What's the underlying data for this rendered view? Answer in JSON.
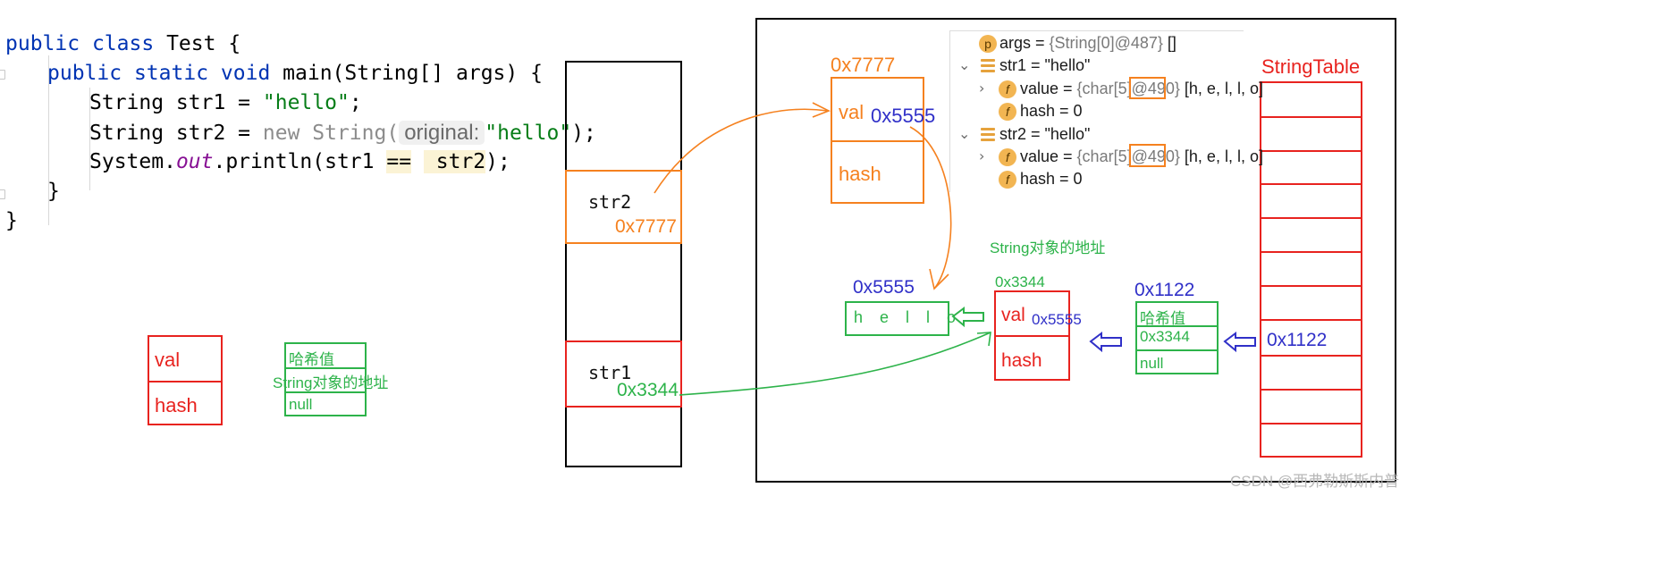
{
  "code": {
    "line1": {
      "kw1": "public",
      "kw2": "class",
      "name": "Test",
      "brace": "{"
    },
    "line2": {
      "kw1": "public",
      "kw2": "static",
      "kw3": "void",
      "name": "main",
      "params": "(String[] args) {"
    },
    "line3": {
      "decl": "String str1 = ",
      "lit": "\"hello\"",
      "end": ";"
    },
    "line4": {
      "decl": "String str2 = ",
      "newkw": "new String(",
      "hint": "original:",
      "lit": "\"hello\"",
      "end": ");"
    },
    "line5": {
      "pre": "System.",
      "out": "out",
      "call": ".println(",
      "a": "str1 ",
      "op": "==",
      "b": " str2",
      "end": ");"
    },
    "line6": "}",
    "line7": "}"
  },
  "legend": {
    "val": "val",
    "hash": "hash",
    "hash_value": "哈希值",
    "string_addr": "String对象的地址",
    "null": "null"
  },
  "stack": {
    "str2_name": "str2",
    "str2_addr": "0x7777",
    "str1_name": "str1",
    "str1_addr": "0x3344"
  },
  "heap": {
    "obj7777_addr": "0x7777",
    "obj7777_val": "val",
    "obj7777_val_ref": "0x5555",
    "obj7777_hash": "hash",
    "arr_addr": "0x5555",
    "arr_chars": "h e l l o",
    "string_addr_note": "String对象的地址",
    "obj3344_addr": "0x3344",
    "obj3344_val": "val",
    "obj3344_val_ref": "0x5555",
    "obj3344_hash": "hash",
    "entry_addr": "0x1122",
    "entry_hash": "哈希值",
    "entry_ref": "0x3344",
    "entry_next": "null",
    "table_title": "StringTable",
    "table_slot_ref": "0x1122"
  },
  "debugger": {
    "row1": {
      "name": "args",
      "eq": " = ",
      "type": "{String[0]@487}",
      "val": " []"
    },
    "row2": {
      "name": "str1",
      "eq": " = ",
      "val": "\"hello\""
    },
    "row3": {
      "name": "value",
      "eq": " = ",
      "type_a": "{char[5]",
      "type_b": "@490}",
      "val": " [h, e, l, l, o]"
    },
    "row4": {
      "name": "hash",
      "val": " = 0"
    },
    "row5": {
      "name": "str2",
      "eq": " = ",
      "val": "\"hello\""
    },
    "row6": {
      "name": "value",
      "eq": " = ",
      "type_a": "{char[5]",
      "type_b": "@490}",
      "val": " [h, e, l, l, o]"
    },
    "row7": {
      "name": "hash",
      "val": " = 0"
    },
    "icons": {
      "p": "p",
      "f": "f"
    }
  },
  "watermark": "CSDN @西弗勒斯斯内普",
  "colors": {
    "red": "#e8231f",
    "orange": "#f5811f",
    "green": "#2db34a",
    "blue": "#3030c8"
  }
}
